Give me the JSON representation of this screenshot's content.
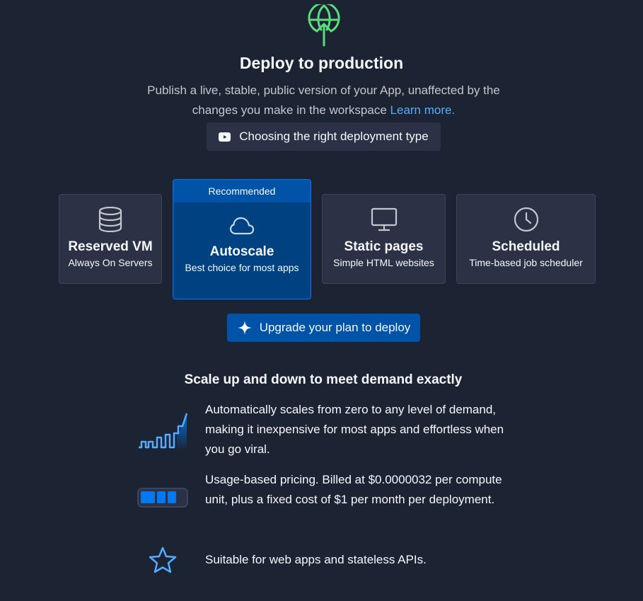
{
  "header": {
    "icon": "globe-upload-icon",
    "title": "Deploy to production",
    "subtitle": "Publish a live, stable, public version of your App, unaffected by the changes you make in the workspace",
    "learn_more": "Learn more.",
    "video_button": "Choosing the right deployment type"
  },
  "deployment_types": [
    {
      "name": "Reserved VM",
      "desc": "Always On Servers",
      "icon": "database-icon"
    },
    {
      "name": "Autoscale",
      "desc": "Best choice for most apps",
      "icon": "cloud-icon",
      "badge": "Recommended",
      "selected": true
    },
    {
      "name": "Static pages",
      "desc": "Simple HTML websites",
      "icon": "monitor-icon"
    },
    {
      "name": "Scheduled",
      "desc": "Time-based job scheduler",
      "icon": "clock-icon"
    }
  ],
  "upgrade_button": "Upgrade your plan to deploy",
  "details": {
    "title": "Scale up and down to meet demand exactly",
    "features": [
      {
        "icon": "scaling-graph-icon",
        "text": "Automatically scales from zero to any level of demand, making it inexpensive for most apps and effortless when you go viral."
      },
      {
        "icon": "battery-usage-icon",
        "text": "Usage-based pricing. Billed at $0.0000032 per compute unit, plus a fixed cost of $1 per month per deployment."
      },
      {
        "icon": "star-icon",
        "text": "Suitable for web apps and stateless APIs."
      }
    ]
  },
  "colors": {
    "background": "#1c2333",
    "accent": "#0053a6",
    "link": "#57abff",
    "hero_icon": "#5ade7a"
  }
}
